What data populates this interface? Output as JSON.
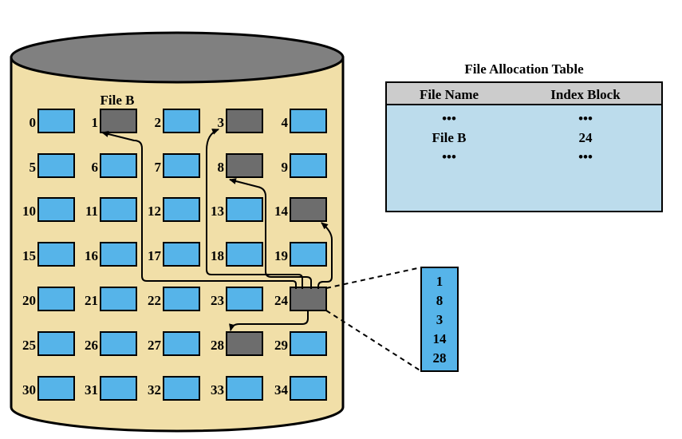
{
  "colors": {
    "disk_body": "#f1dfa8",
    "disk_top": "#808080",
    "free_block": "#56b4e9",
    "used_block": "#6d6d6d",
    "table_header": "#cccccc",
    "table_body": "#bcdcec",
    "index_block": "#56b4e9"
  },
  "disk": {
    "file_label": "File B",
    "blocks": [
      {
        "n": "0",
        "used": false
      },
      {
        "n": "1",
        "used": true
      },
      {
        "n": "2",
        "used": false
      },
      {
        "n": "3",
        "used": true
      },
      {
        "n": "4",
        "used": false
      },
      {
        "n": "5",
        "used": false
      },
      {
        "n": "6",
        "used": false
      },
      {
        "n": "7",
        "used": false
      },
      {
        "n": "8",
        "used": true
      },
      {
        "n": "9",
        "used": false
      },
      {
        "n": "10",
        "used": false
      },
      {
        "n": "11",
        "used": false
      },
      {
        "n": "12",
        "used": false
      },
      {
        "n": "13",
        "used": false
      },
      {
        "n": "14",
        "used": true
      },
      {
        "n": "15",
        "used": false
      },
      {
        "n": "16",
        "used": false
      },
      {
        "n": "17",
        "used": false
      },
      {
        "n": "18",
        "used": false
      },
      {
        "n": "19",
        "used": false
      },
      {
        "n": "20",
        "used": false
      },
      {
        "n": "21",
        "used": false
      },
      {
        "n": "22",
        "used": false
      },
      {
        "n": "23",
        "used": false
      },
      {
        "n": "24",
        "used": true
      },
      {
        "n": "25",
        "used": false
      },
      {
        "n": "26",
        "used": false
      },
      {
        "n": "27",
        "used": false
      },
      {
        "n": "28",
        "used": true
      },
      {
        "n": "29",
        "used": false
      },
      {
        "n": "30",
        "used": false
      },
      {
        "n": "31",
        "used": false
      },
      {
        "n": "32",
        "used": false
      },
      {
        "n": "33",
        "used": false
      },
      {
        "n": "34",
        "used": false
      }
    ]
  },
  "fat": {
    "title": "File Allocation Table",
    "headers": [
      "File Name",
      "Index Block"
    ],
    "rows": [
      [
        "•••",
        "•••"
      ],
      [
        "File B",
        "24"
      ],
      [
        "•••",
        "•••"
      ]
    ]
  },
  "index_block": {
    "entries": [
      "1",
      "8",
      "3",
      "14",
      "28"
    ]
  }
}
